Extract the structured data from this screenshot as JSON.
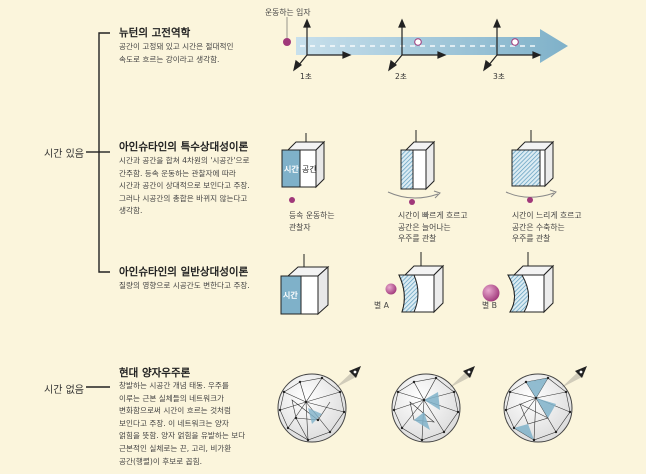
{
  "labels": {
    "time_exists": "시간 있음",
    "time_absent": "시간 없음"
  },
  "newton": {
    "title": "뉴턴의 고전역학",
    "body": [
      "공간이 고정돼 있고 시간은 절대적인",
      "속도로 흐르는 강이라고 생각함."
    ],
    "particle_label": "운동하는 입자",
    "ticks": [
      "1초",
      "2초",
      "3초"
    ]
  },
  "special": {
    "title": "아인슈타인의 특수상대성이론",
    "body": [
      "시간과 공간을 합쳐 4차원의 '시공간'으로",
      "간주함. 등속 운동하는 관찰자에 따라",
      "시간과 공간이 상대적으로 보인다고 주장.",
      "그러나 시공간의 총합은 바뀌지 않는다고",
      "생각함."
    ],
    "cube_time": "시간",
    "cube_space": "공간",
    "captions": [
      [
        "등속 운동하는",
        "관찰자"
      ],
      [
        "시간이 빠르게 흐르고",
        "공간은 늘어나는",
        "우주를 관찰"
      ],
      [
        "시간이 느리게 흐르고",
        "공간은 수축하는",
        "우주를 관찰"
      ]
    ]
  },
  "general": {
    "title": "아인슈타인의 일반상대성이론",
    "body": [
      "질량의 영향으로 시공간도 변한다고 주장."
    ],
    "cube_time": "시간",
    "star_a": "별 A",
    "star_b": "별 B"
  },
  "quantum": {
    "title": "현대 양자우주론",
    "body": [
      "창발하는 시공간 개념 태동. 우주를",
      "이루는 근본 실체들의 네트워크가",
      "변화함으로써 시간이 흐르는 것처럼",
      "보인다고 주장. 이 네트워크는 양자",
      "얽힘을 뜻함. 양자 얽힘을 유발하는 보다",
      "근본적인 실체로는 끈, 고리, 비가환",
      "공간(행렬)이 후보로 꼽힘."
    ]
  },
  "colors": {
    "accent_blue": "#7fb1c9",
    "hatch_blue": "#5a9bbd",
    "magenta": "#a0387a",
    "ink": "#222222",
    "background": "#fbf5dc"
  }
}
